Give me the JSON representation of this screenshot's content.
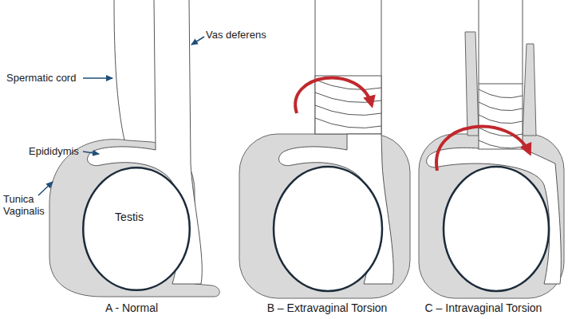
{
  "diagram": {
    "nodes": [
      {
        "text": [
          "Testis"
        ]
      }
    ],
    "labels": [
      "Spermatic cord",
      "Vas deferens",
      "Epididymis",
      "Tunica Vaginalis",
      "A - Normal",
      "B – Extravaginal Torsion",
      "C – Intravaginal Torsion"
    ]
  }
}
